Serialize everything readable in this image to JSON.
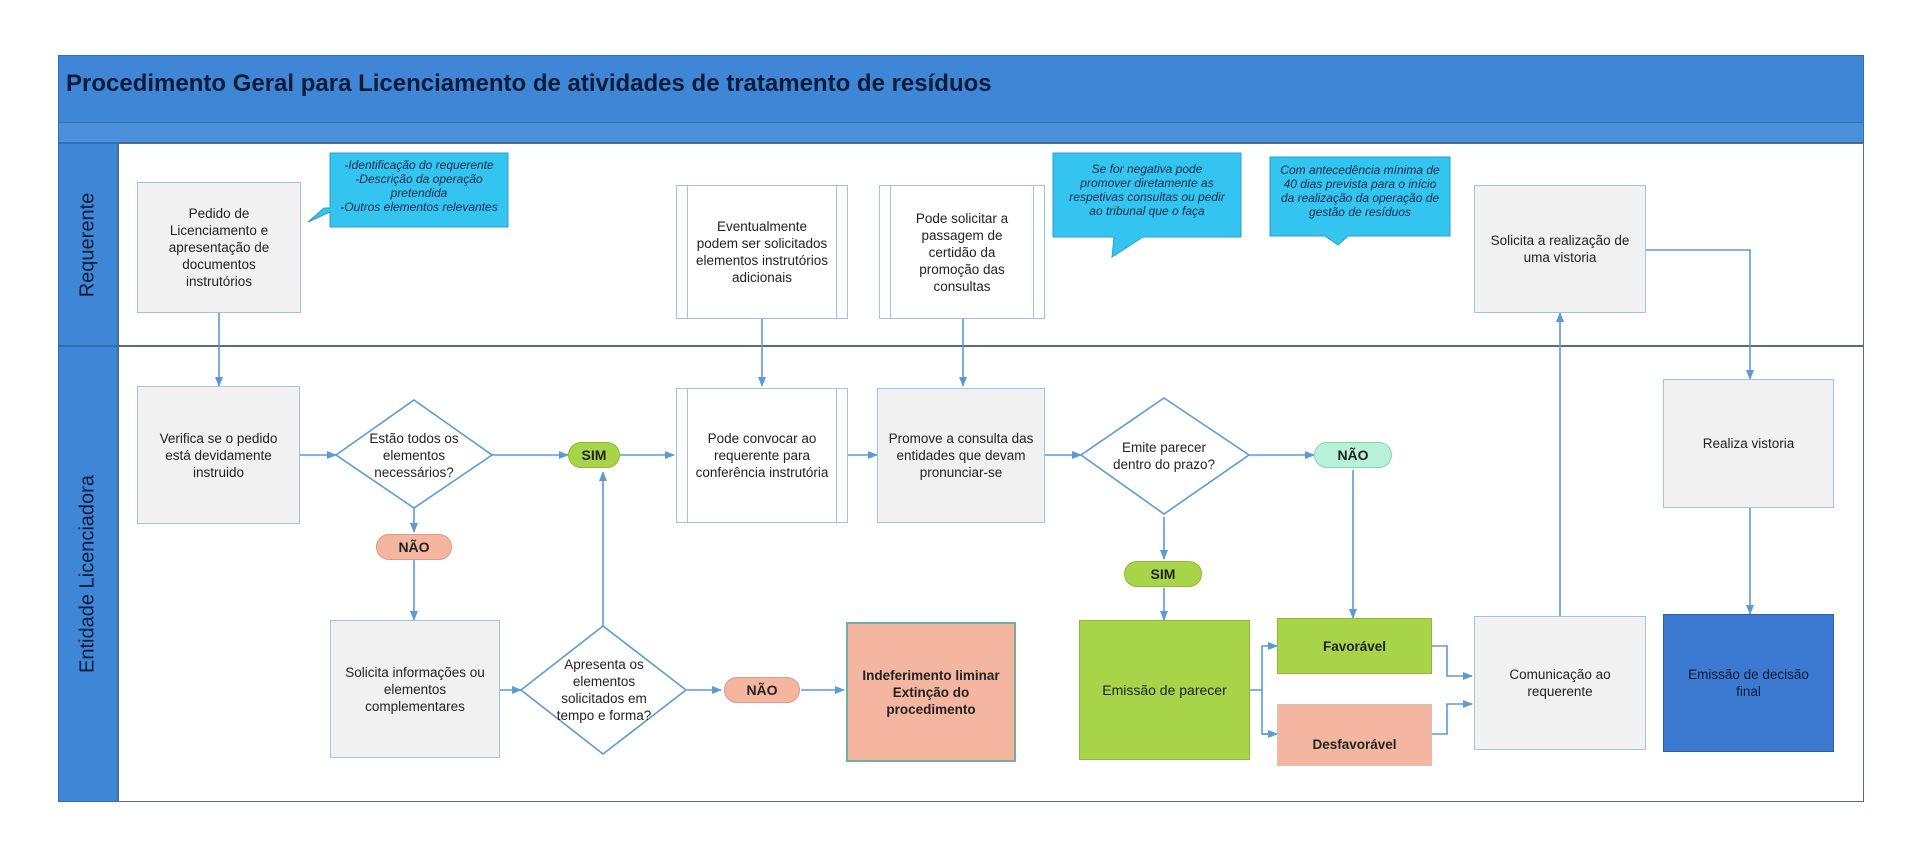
{
  "title": "Procedimento Geral para Licenciamento de atividades de tratamento de resíduos",
  "lanes": {
    "requerente": "Requerente",
    "entidade": "Entidade Licenciadora"
  },
  "nodes": {
    "pedido": "Pedido de Licenciamento e apresentação de documentos instrutórios",
    "eventualmente": "Eventualmente podem ser solicitados elementos instrutórios adicionais",
    "pode_solicitar": "Pode solicitar a passagem de certidão da promoção das consultas",
    "solicita_vistoria": "Solicita a realização de uma vistoria",
    "verifica": "Verifica se o pedido está devidamente instruido",
    "estao_todos": "Estão todos os elementos necessários?",
    "pode_convocar": "Pode convocar ao requerente para conferência instrutória",
    "promove": "Promove a consulta das entidades que devam pronunciar-se",
    "emite_parecer": "Emite parecer dentro do prazo?",
    "realiza_vistoria": "Realiza vistoria",
    "solicita_info": "Solicita  informações ou elementos complementares",
    "apresenta": "Apresenta os elementos solicitados em tempo e forma?",
    "indeferimento": "Indeferimento liminar Extinção do procedimento",
    "emissao_parecer": "Emissão de parecer",
    "favoravel": "Favorável",
    "desfavoravel": "Desfavorável",
    "comunicacao": "Comunicação ao requerente",
    "decisao": "Emissão de decisão final"
  },
  "labels": {
    "sim1": "SIM",
    "nao1": "NÃO",
    "nao2": "NÃO",
    "nao3": "NÃO",
    "sim2": "SIM"
  },
  "notes": {
    "note1": [
      "-Identificação do requerente",
      "-Descrição da operação",
      "pretendida",
      "-Outros elementos relevantes"
    ],
    "note2": [
      "Se for negativa pode",
      "promover diretamente as",
      "respetivas consultas ou pedir",
      "ao tribunal que o faça"
    ],
    "note3": [
      "Com antecedência mínima de",
      "40 dias prevista para o início",
      "da realização da operação de",
      "gestão de resíduos"
    ]
  },
  "colors": {
    "header": "#3f86d6",
    "note": "#33c4f0",
    "green": "#a8d44a",
    "salmon": "#f4b6a0",
    "mint": "#b8f0d8",
    "final": "#3b7ad0",
    "connector": "#5b9bd5"
  }
}
